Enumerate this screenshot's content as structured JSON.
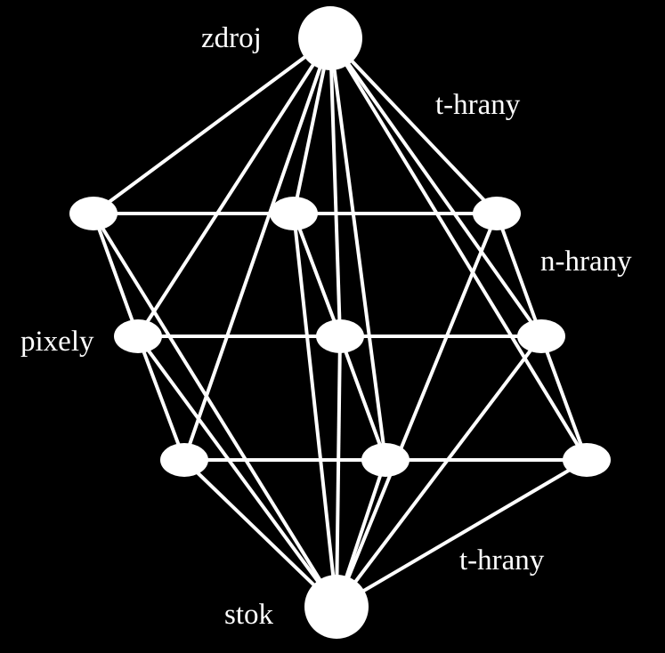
{
  "labels": {
    "source": "zdroj",
    "sink": "stok",
    "t_edges_top": "t-hrany",
    "n_edges": "n-hrany",
    "pixels": "pixely",
    "t_edges_bottom": "t-hrany"
  },
  "colors": {
    "background": "#000000",
    "foreground": "#ffffff"
  },
  "graph": {
    "terminals": [
      "source",
      "sink"
    ],
    "pixel_nodes": [
      "p11",
      "p12",
      "p13",
      "p21",
      "p22",
      "p23",
      "p31",
      "p32",
      "p33"
    ],
    "n_edges": [
      [
        "p11",
        "p12"
      ],
      [
        "p12",
        "p13"
      ],
      [
        "p21",
        "p22"
      ],
      [
        "p22",
        "p23"
      ],
      [
        "p31",
        "p32"
      ],
      [
        "p32",
        "p33"
      ],
      [
        "p11",
        "p21"
      ],
      [
        "p21",
        "p31"
      ],
      [
        "p12",
        "p22"
      ],
      [
        "p22",
        "p32"
      ],
      [
        "p13",
        "p23"
      ],
      [
        "p23",
        "p33"
      ]
    ],
    "t_edges": [
      [
        "source",
        "p11"
      ],
      [
        "source",
        "p12"
      ],
      [
        "source",
        "p13"
      ],
      [
        "source",
        "p21"
      ],
      [
        "source",
        "p22"
      ],
      [
        "source",
        "p23"
      ],
      [
        "source",
        "p31"
      ],
      [
        "source",
        "p32"
      ],
      [
        "source",
        "p33"
      ],
      [
        "sink",
        "p11"
      ],
      [
        "sink",
        "p12"
      ],
      [
        "sink",
        "p13"
      ],
      [
        "sink",
        "p21"
      ],
      [
        "sink",
        "p22"
      ],
      [
        "sink",
        "p23"
      ],
      [
        "sink",
        "p31"
      ],
      [
        "sink",
        "p32"
      ],
      [
        "sink",
        "p33"
      ]
    ]
  }
}
